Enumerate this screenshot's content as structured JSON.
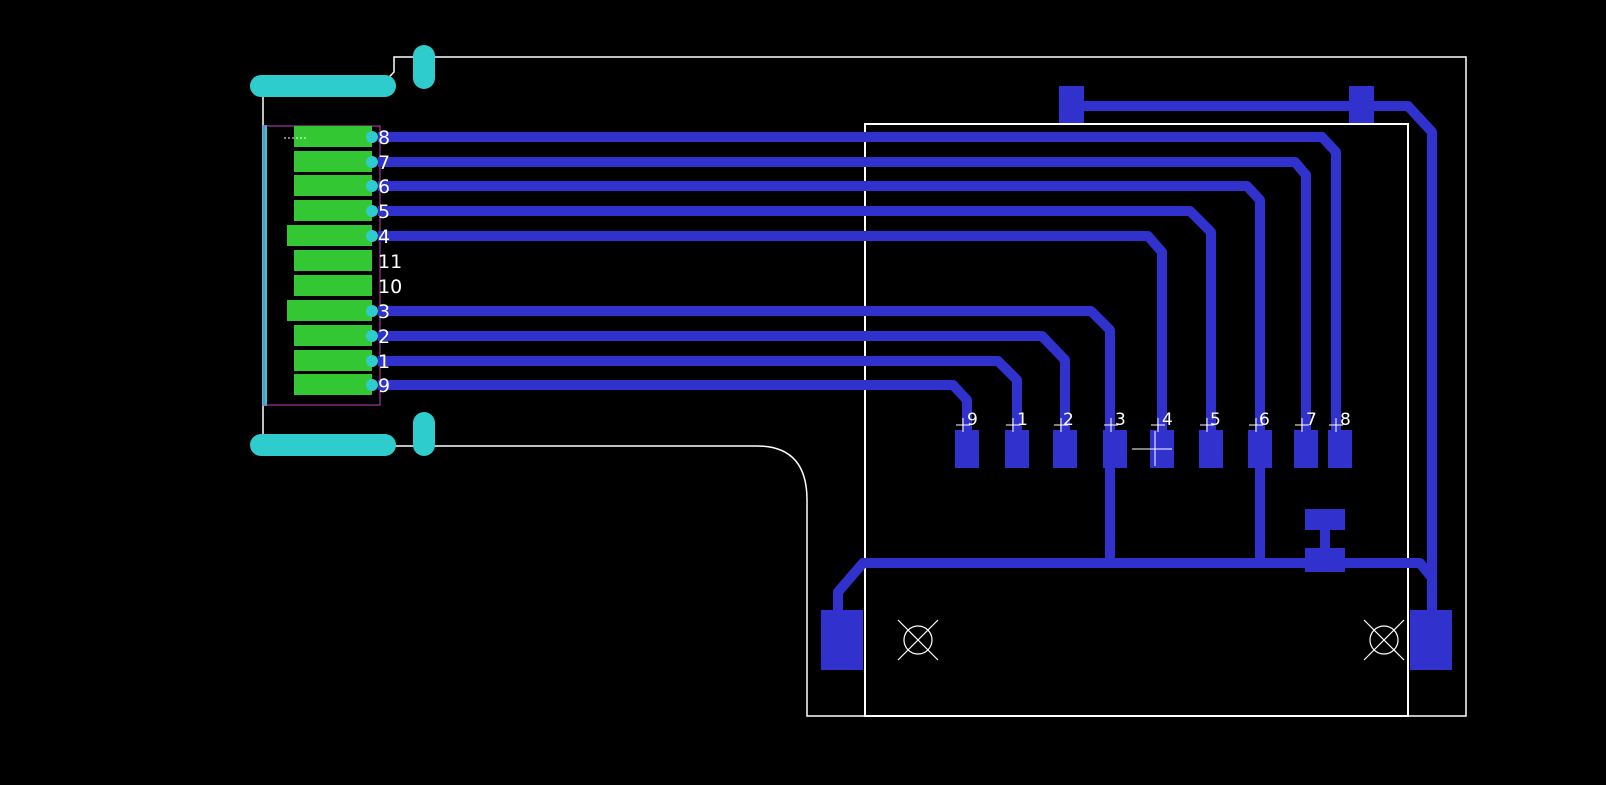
{
  "colors": {
    "background": "#000000",
    "copper_trace": "#3131cd",
    "smd_pad_green": "#33c833",
    "cyan_pad": "#2ecccc",
    "outline": "#ffffff",
    "silk_magenta": "#c040c0"
  },
  "connector_left": {
    "pins": [
      "8",
      "7",
      "6",
      "5",
      "4",
      "11",
      "10",
      "3",
      "2",
      "1",
      "9"
    ]
  },
  "connector_right": {
    "pins": [
      "9",
      "1",
      "2",
      "3",
      "4",
      "5",
      "6",
      "7",
      "8"
    ]
  },
  "mounting_hole_icons": [
    "mounting-hole-icon",
    "mounting-hole-icon"
  ]
}
